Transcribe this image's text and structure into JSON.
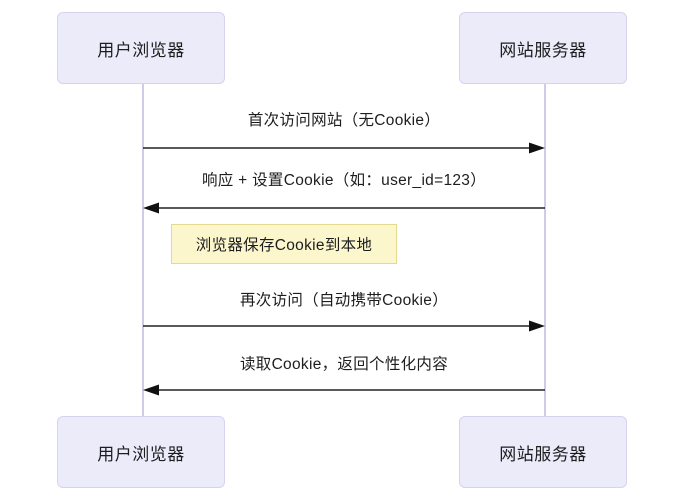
{
  "diagram": {
    "type": "sequence-diagram",
    "participants": [
      {
        "id": "browser",
        "label": "用户浏览器"
      },
      {
        "id": "server",
        "label": "网站服务器"
      }
    ],
    "messages": [
      {
        "label": "首次访问网站（无Cookie）",
        "direction": "right",
        "from": "browser",
        "to": "server"
      },
      {
        "label": "响应 + 设置Cookie（如：user_id=123）",
        "direction": "left",
        "from": "server",
        "to": "browser"
      },
      {
        "label": "再次访问（自动携带Cookie）",
        "direction": "right",
        "from": "browser",
        "to": "server"
      },
      {
        "label": "读取Cookie，返回个性化内容",
        "direction": "left",
        "from": "server",
        "to": "browser"
      }
    ],
    "notes": [
      {
        "label": "浏览器保存Cookie到本地",
        "over": "browser"
      }
    ],
    "colors": {
      "participant_fill": "#ecebf9",
      "participant_border": "#d6d3ef",
      "note_fill": "#fcf6cd",
      "note_border": "#e3d98f",
      "lifeline": "#cfcbe8",
      "arrow": "#222222",
      "background": "#ffffff",
      "text": "#1d1d1f"
    }
  }
}
